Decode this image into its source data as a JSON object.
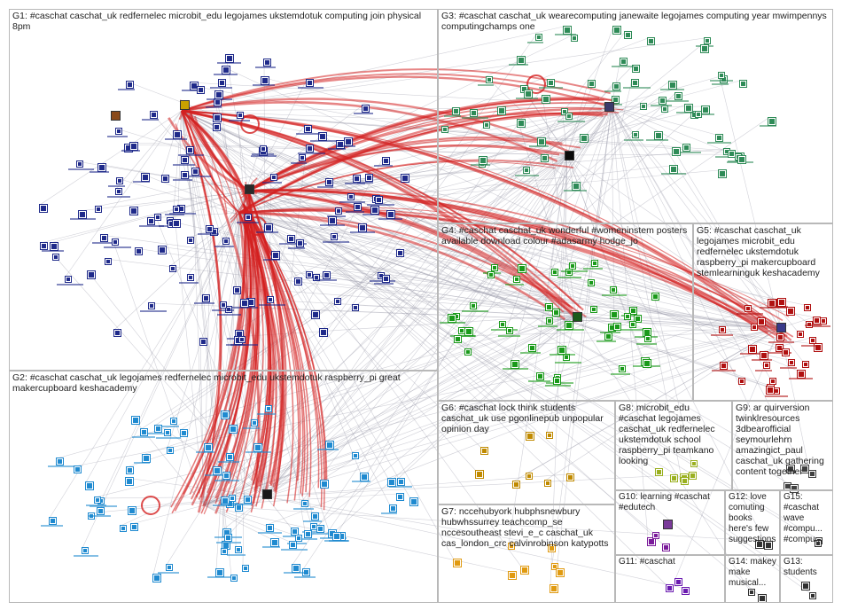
{
  "groups": [
    {
      "id": "G1",
      "label": "G1: #caschat caschat_uk redfernelec microbit_edu legojames ukstemdotuk computing join physical 8pm",
      "color": "#1f2a8a"
    },
    {
      "id": "G2",
      "label": "G2: #caschat caschat_uk legojames redfernelec microbit_edu ukstemdotuk raspberry_pi great makercupboard keshacademy",
      "color": "#1f8ad0"
    },
    {
      "id": "G3",
      "label": "G3: #caschat caschat_uk wearecomputing janewaite legojames computing year mwimpennys computingchamps one",
      "color": "#2e8b57"
    },
    {
      "id": "G4",
      "label": "G4: #caschat caschat_uk wonderful #womeninstem posters available download colour #adasarmy hodge_jo",
      "color": "#1a9a1a"
    },
    {
      "id": "G5",
      "label": "G5: #caschat caschat_uk legojames microbit_edu redfernelec ukstemdotuk raspberry_pi makercupboard stemlearninguk keshacademy",
      "color": "#b01010"
    },
    {
      "id": "G6",
      "label": "G6: #caschat lock think students caschat_uk use pgonlinepub unpopular opinion day",
      "color": "#c08a00"
    },
    {
      "id": "G7",
      "label": "G7: nccehubyork hubphsnewbury hubwhssurrey teachcomp_se nccesoutheast stevi_e_c caschat_uk cas_london_crc calvinrobinson katypotts",
      "color": "#e09a10"
    },
    {
      "id": "G8",
      "label": "G8: microbit_edu #caschat legojames caschat_uk redfernelec ukstemdotuk school raspberry_pi teamkano looking",
      "color": "#9ab020"
    },
    {
      "id": "G9",
      "label": "G9: ar quirversion twinklresources 3dbearofficial seymourlehrn amazingict_paul caschat_uk gathering content together",
      "color": "#404040"
    },
    {
      "id": "G10",
      "label": "G10: learning #caschat #edutech",
      "color": "#7a1a9a"
    },
    {
      "id": "G11",
      "label": "G11: #caschat",
      "color": "#6a1ab0"
    },
    {
      "id": "G12",
      "label": "G12: love comuting books here's few suggestions...",
      "color": "#303030"
    },
    {
      "id": "G13",
      "label": "G13: students",
      "color": "#303030"
    },
    {
      "id": "G14",
      "label": "G14: makey make musical...",
      "color": "#303030"
    },
    {
      "id": "G15",
      "label": "G15: #caschat wave #compu... #compu...",
      "color": "#303030"
    }
  ],
  "colors": {
    "edge_gray": "#9a9aa8",
    "edge_red": "#d42020",
    "panel_border": "#b8b8b8"
  }
}
